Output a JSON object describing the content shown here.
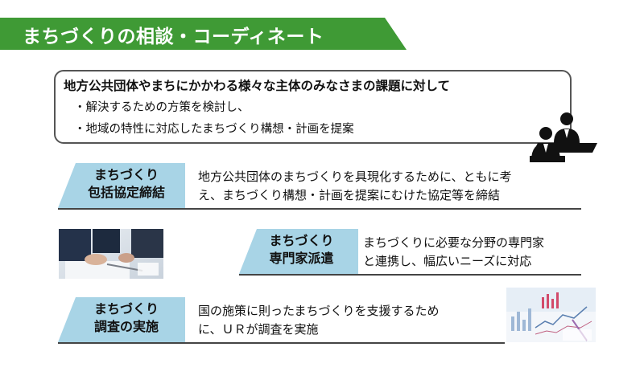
{
  "title": "まちづくりの相談・コーディネート",
  "intro": {
    "heading": "地方公共団体やまちにかかわる様々な主体のみなさまの課題に対して",
    "bullets": [
      "・解決するための方策を検討し、",
      "・地域の特性に対応したまちづくり構想・計画を提案"
    ]
  },
  "items": [
    {
      "label_line1": "まちづくり",
      "label_line2": "包括協定締結",
      "desc_line1": "地方公共団体のまちづくりを具現化するために、ともに考",
      "desc_line2": "え、まちづくり構想・計画を提案にむけた協定等を締結"
    },
    {
      "label_line1": "まちづくり",
      "label_line2": "専門家派遣",
      "desc_line1": "まちづくりに必要な分野の専門家",
      "desc_line2": "と連携し、幅広いニーズに対応"
    },
    {
      "label_line1": "まちづくり",
      "label_line2": "調査の実施",
      "desc_line1": "国の施策に則ったまちづくりを支援するため",
      "desc_line2": "に、ＵＲが調査を実施"
    }
  ],
  "colors": {
    "banner": "#3f9a35",
    "label_fill": "#a8d4e6",
    "text": "#111111"
  },
  "icons": [
    "consultation-people-icon",
    "business-meeting-photo",
    "chart-documents-photo"
  ]
}
